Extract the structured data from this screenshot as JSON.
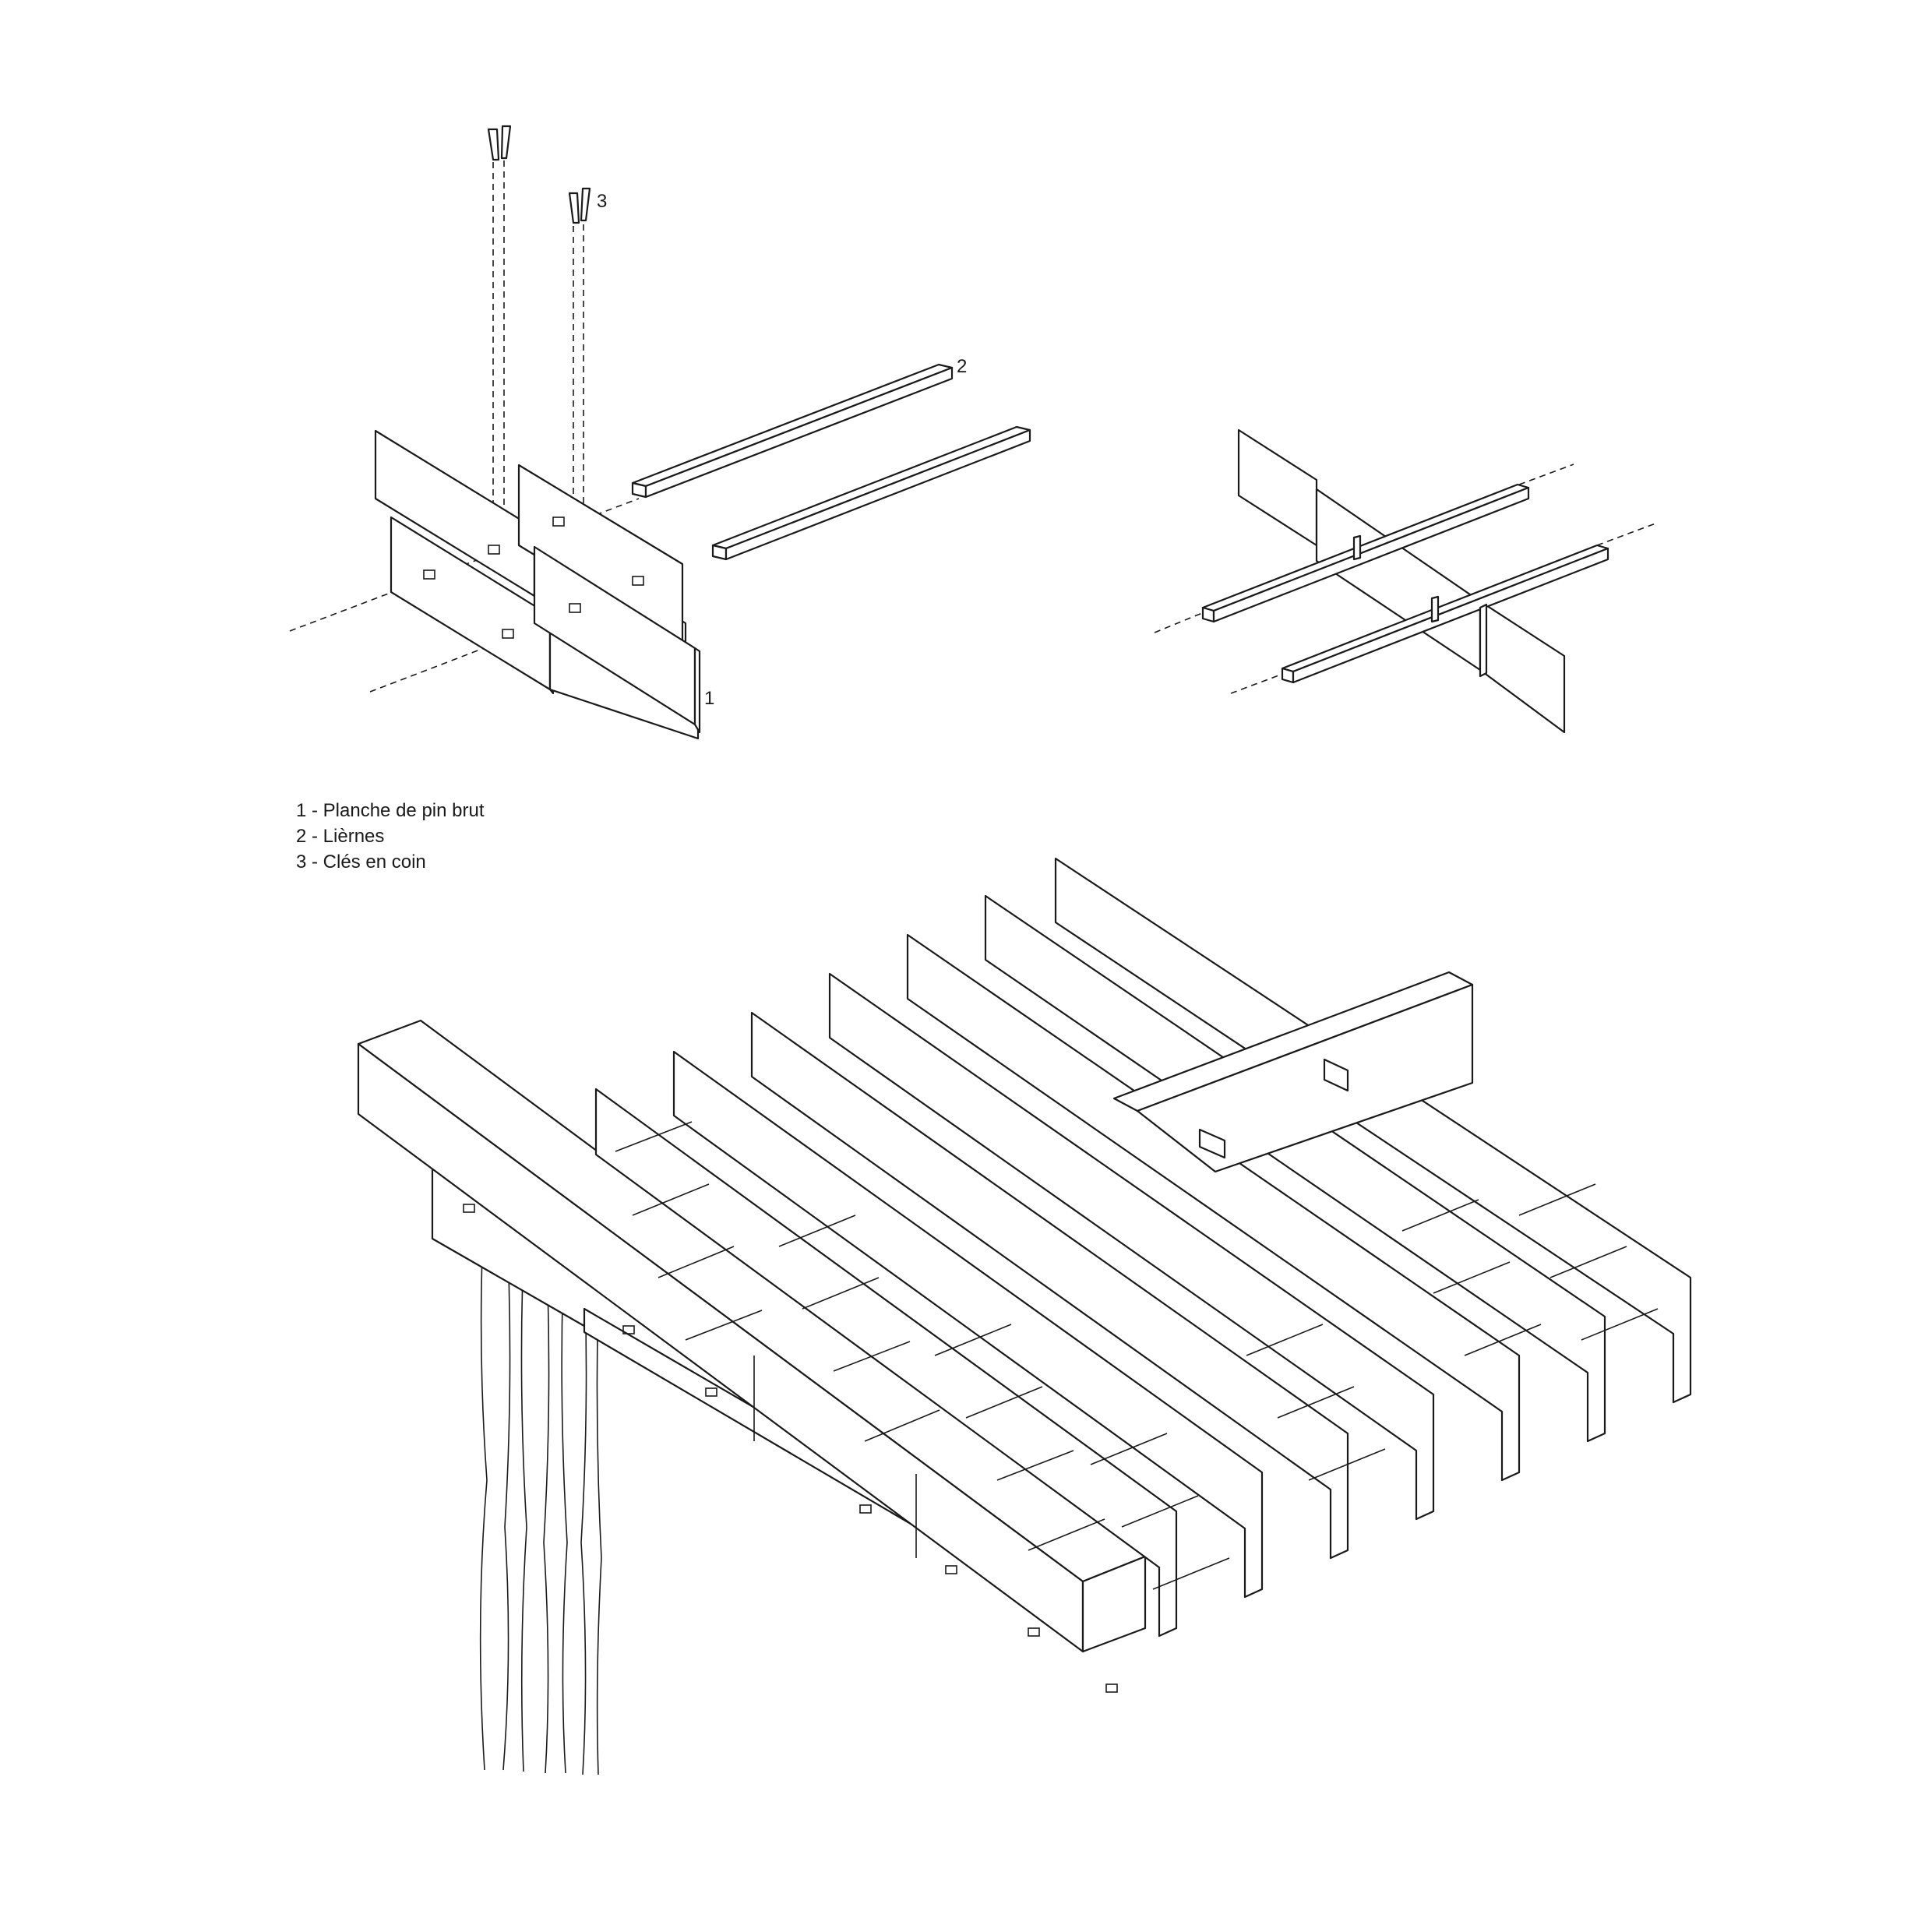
{
  "callouts": {
    "c1": "1",
    "c2": "2",
    "c3": "3"
  },
  "legend": {
    "items": [
      "1 - Planche de pin brut",
      "2 - Lièrnes",
      "3 - Clés en coin"
    ]
  }
}
